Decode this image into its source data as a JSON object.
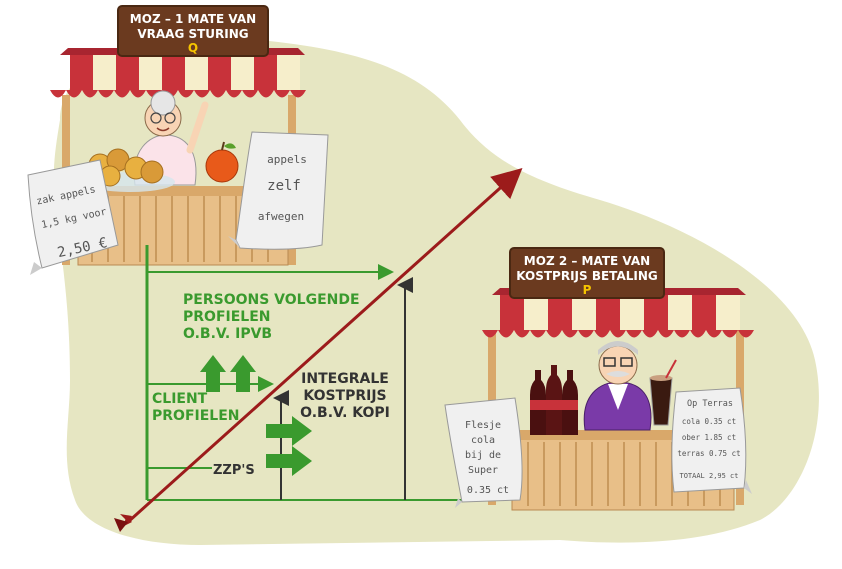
{
  "stall_left": {
    "sign_line1": "MOZ – 1 MATE VAN",
    "sign_line2": "VRAAG STURING",
    "sign_letter": "Q",
    "note_left": {
      "line1": "zak appels",
      "line2": "1,5 kg voor",
      "line3": "2,50 €"
    },
    "note_right": {
      "line1": "appels",
      "line2": "zelf",
      "line3": "afwegen"
    }
  },
  "stall_right": {
    "sign_line1": "MOZ 2 – MATE VAN",
    "sign_line2": "KOSTPRIJS BETALING",
    "sign_letter": "P",
    "note_left": {
      "line1": "Flesje",
      "line2": "cola",
      "line3": "bij de",
      "line4": "Super",
      "line5": "0.35 ct"
    },
    "note_right": {
      "line1": "Op  Terras",
      "line2": "cola 0.35 ct",
      "line3": "ober 1.85 ct",
      "line4": "terras 0.75 ct",
      "line5": "TOTAAL 2,95 ct"
    }
  },
  "labels": {
    "persoons_1": "PERSOONS VOLGENDE",
    "persoons_2": "PROFIELEN",
    "persoons_3": "O.B.V. IPVB",
    "client_1": "CLIENT",
    "client_2": "PROFIELEN",
    "integrale_1": "INTEGRALE",
    "integrale_2": "KOSTPRIJS",
    "integrale_3": "O.B.V. KOPI",
    "zzp": "ZZP'S"
  },
  "colors": {
    "blob": "#e6e6c2",
    "green": "#3a9a2e",
    "arrow_red": "#9c1b1b",
    "sign_brown": "#6b3a1f",
    "awning_red": "#c8323a",
    "awning_cream": "#f6eecb",
    "wood": "#e8bf88"
  }
}
